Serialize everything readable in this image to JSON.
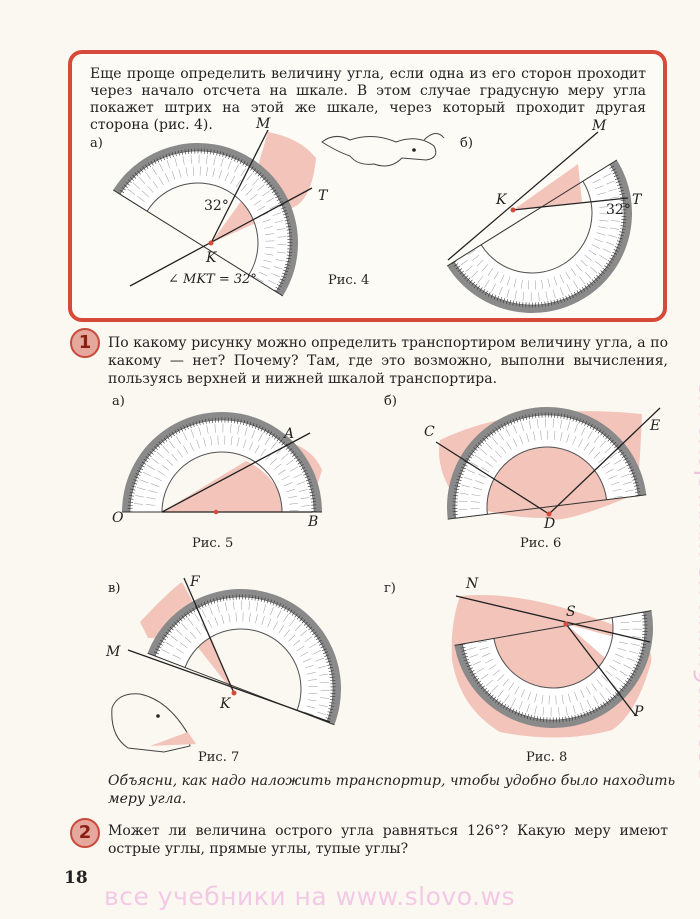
{
  "intro": "Еще проще определить величину угла, если одна из его сторон проходит через начало отсчета на шкале. В этом случае градусную меру угла покажет штрих на этой же шкале, через который проходит другая сторона (рис. 4).",
  "fig4": {
    "label_a": "а)",
    "label_b": "б)",
    "M": "M",
    "T": "T",
    "K": "K",
    "angle_value": "32°",
    "equation": "∠ MKT = 32°",
    "caption": "Рис. 4"
  },
  "task1": {
    "number": "1",
    "text": "По какому рисунку можно определить транспортиром величину угла, а по какому — нет? Почему? Там, где это возможно, выполни вычисления, пользуясь верхней и нижней шкалой транспортира."
  },
  "figures": {
    "label_a": "а)",
    "label_b": "б)",
    "label_v": "в)",
    "label_g": "г)",
    "fig5": {
      "O": "O",
      "A": "A",
      "B": "B",
      "caption": "Рис. 5"
    },
    "fig6": {
      "C": "C",
      "E": "E",
      "D": "D",
      "caption": "Рис. 6"
    },
    "fig7": {
      "F": "F",
      "M": "M",
      "K": "K",
      "caption": "Рис. 7"
    },
    "fig8": {
      "N": "N",
      "S": "S",
      "P": "P",
      "caption": "Рис. 8"
    }
  },
  "explain": "Объясни, как надо наложить транспортир, чтобы удобно было находить меру угла.",
  "task2": {
    "number": "2",
    "text": "Может ли величина острого угла равняться 126°? Какую меру имеют острые углы, прямые углы, тупые углы?"
  },
  "page_number": "18",
  "watermark_bottom": "все учебники на www.slovo.ws",
  "watermark_side": "все учебники на www.slovo.ws",
  "colors": {
    "frame": "#d64a3c",
    "pink": "#f2c4ba",
    "badge": "#e6a79d"
  }
}
